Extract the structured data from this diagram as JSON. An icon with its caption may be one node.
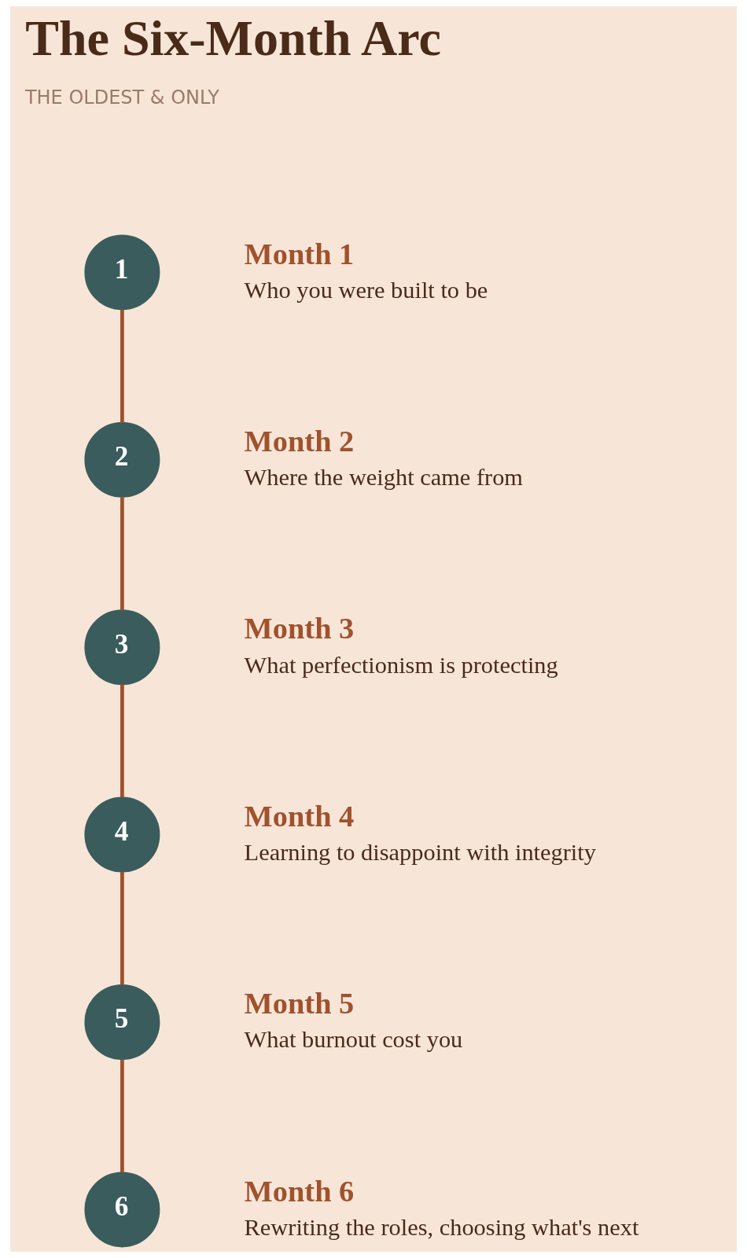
{
  "diagram": {
    "title": "The Six-Month Arc",
    "nodes": [
      {
        "text": [
          "1"
        ],
        "beside": [
          "Month 1",
          "Who you were built to be"
        ]
      },
      {
        "text": [
          "2"
        ],
        "beside": [
          "Month 2",
          "Where the weight came from"
        ]
      },
      {
        "text": [
          "3"
        ],
        "beside": [
          "Month 3",
          "What perfectionism is protecting"
        ]
      },
      {
        "text": [
          "4"
        ],
        "beside": [
          "Month 4",
          "Learning to disappoint with integrity"
        ]
      },
      {
        "text": [
          "5"
        ],
        "beside": [
          "Month 5",
          "What burnout cost you"
        ]
      },
      {
        "text": [
          "6"
        ],
        "beside": [
          "Month 6",
          "Rewriting the roles, choosing what's next"
        ]
      }
    ],
    "edges": [
      {
        "from": 0,
        "to": 1,
        "arrow": "none"
      },
      {
        "from": 1,
        "to": 2,
        "arrow": "none"
      },
      {
        "from": 2,
        "to": 3,
        "arrow": "none"
      },
      {
        "from": 3,
        "to": 4,
        "arrow": "none"
      },
      {
        "from": 4,
        "to": 5,
        "arrow": "none"
      }
    ],
    "labels": [
      "THE OLDEST & ONLY"
    ]
  }
}
